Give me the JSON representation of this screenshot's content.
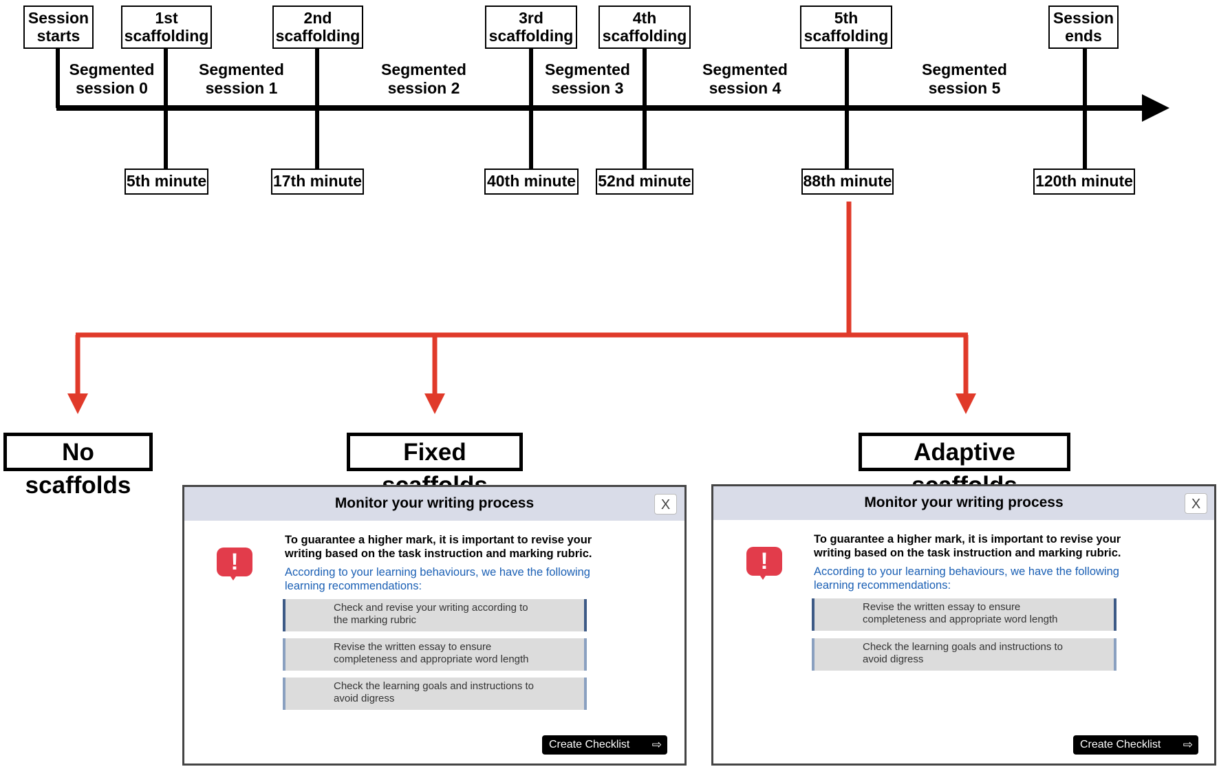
{
  "timeline": {
    "events": [
      {
        "label": "Session starts"
      },
      {
        "label": "1st scaffolding",
        "time": "5th minute"
      },
      {
        "label": "2nd scaffolding",
        "time": "17th minute"
      },
      {
        "label": "3rd scaffolding",
        "time": "40th minute"
      },
      {
        "label": "4th scaffolding",
        "time": "52nd minute"
      },
      {
        "label": "5th scaffolding",
        "time": "88th minute"
      },
      {
        "label": "Session ends",
        "time": "120th minute"
      }
    ],
    "segments": [
      "Segmented session 0",
      "Segmented session 1",
      "Segmented session 2",
      "Segmented session 3",
      "Segmented session 4",
      "Segmented session 5"
    ]
  },
  "conditions": [
    "No scaffolds",
    "Fixed scaffolds",
    "Adaptive scaffolds"
  ],
  "colors": {
    "arrow": "#e03a2a",
    "title_bar": "#d9dce8",
    "alert": "#e23c4b",
    "link_text": "#1a5fb4"
  },
  "dialog": {
    "title": "Monitor your writing process",
    "close": "X",
    "icon": "alert-speech-bubble-icon",
    "icon_glyph": "!",
    "message": "To guarantee a higher mark, it is important to revise your writing based on the task instruction and marking rubric.",
    "recommendation_intro": "According to your learning behaviours, we have the following learning recommendations:",
    "button": "Create Checklist",
    "button_icon": "arrow-right-icon",
    "button_glyph": "⇨"
  },
  "fixed_recommendations": [
    "Check and revise your writing according to the marking rubric",
    "Revise the written essay to ensure completeness and appropriate word length",
    "Check the learning goals and instructions to avoid digress"
  ],
  "adaptive_recommendations": [
    "Revise the written essay to ensure completeness and appropriate word length",
    "Check the learning goals and instructions to avoid digress"
  ]
}
